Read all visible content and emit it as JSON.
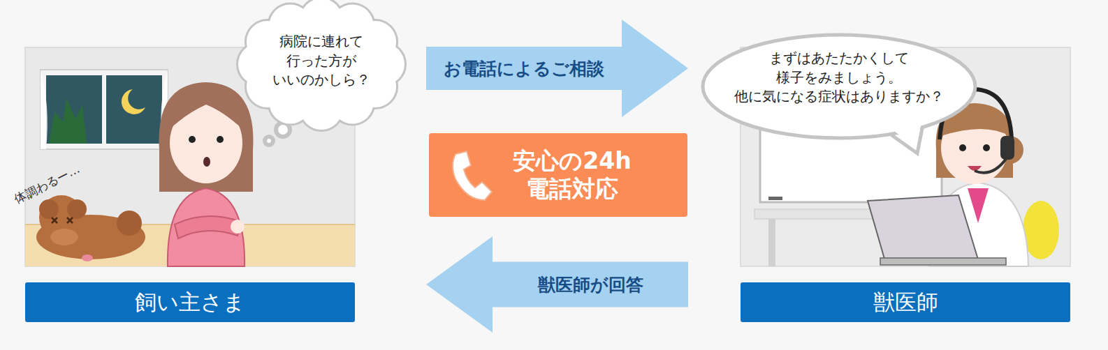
{
  "diagram": {
    "nodes": [
      {
        "text": [
          "飼い主さま"
        ]
      },
      {
        "text": [
          "病院に連れて 行った方が いいのかしら？"
        ],
        "in": 0
      },
      {
        "text": [
          "安心の24h 電話対応"
        ]
      },
      {
        "text": [
          "獣医師"
        ]
      },
      {
        "text": [
          "まずはあたたかくして 様子をみましょう。 他に気になる症状はありますか？"
        ],
        "in": 3
      }
    ],
    "edges": [
      {
        "from": 0,
        "to": 3,
        "label": "お電話によるご相談",
        "arrow": "to"
      },
      {
        "from": 3,
        "to": 0,
        "label": "獣医師が回答",
        "arrow": "to"
      }
    ],
    "labels": [
      "体調わるー…"
    ]
  }
}
